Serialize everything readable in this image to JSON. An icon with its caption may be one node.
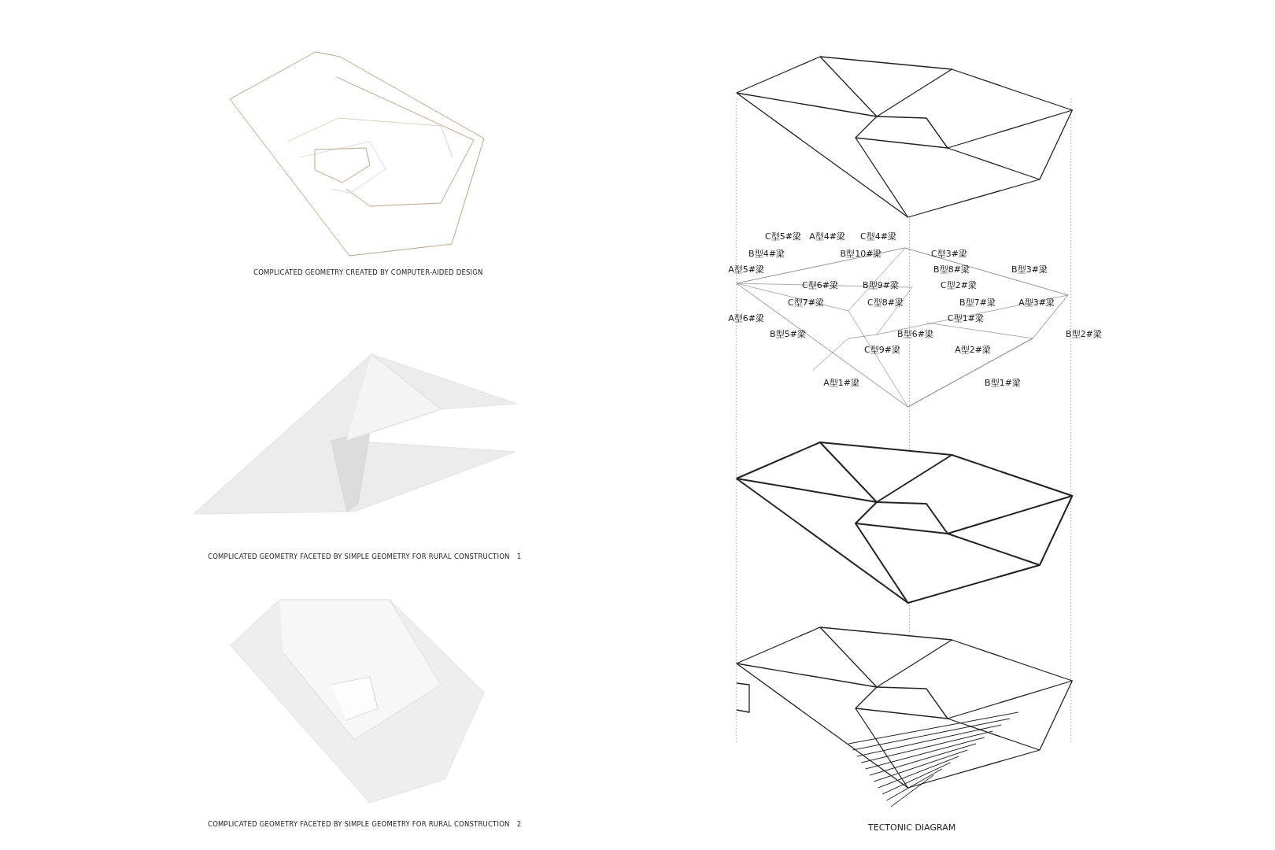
{
  "diagram": {
    "labels": [
      "COMPLICATED GEOMETRY CREATED BY COMPUTER-AIDED DESIGN",
      "C型5#梁",
      "A型4#梁",
      "C型4#梁",
      "B型4#梁",
      "B型10#梁",
      "C型3#梁",
      "A型5#梁",
      "B型8#梁",
      "B型3#梁",
      "C型6#梁",
      "B型9#梁",
      "C型2#梁",
      "C型7#梁",
      "C型8#梁",
      "B型7#梁",
      "A型3#梁",
      "A型6#梁",
      "C型1#梁",
      "B型5#梁",
      "B型6#梁",
      "B型2#梁",
      "C型9#梁",
      "A型2#梁",
      "A型1#梁",
      "B型1#梁",
      "COMPLICATED GEOMETRY FACETED BY SIMPLE GEOMETRY FOR RURAL CONSTRUCTION　1",
      "COMPLICATED GEOMETRY FACETED BY SIMPLE GEOMETRY FOR RURAL CONSTRUCTION　2",
      "TECTONIC DIAGRAM"
    ]
  }
}
